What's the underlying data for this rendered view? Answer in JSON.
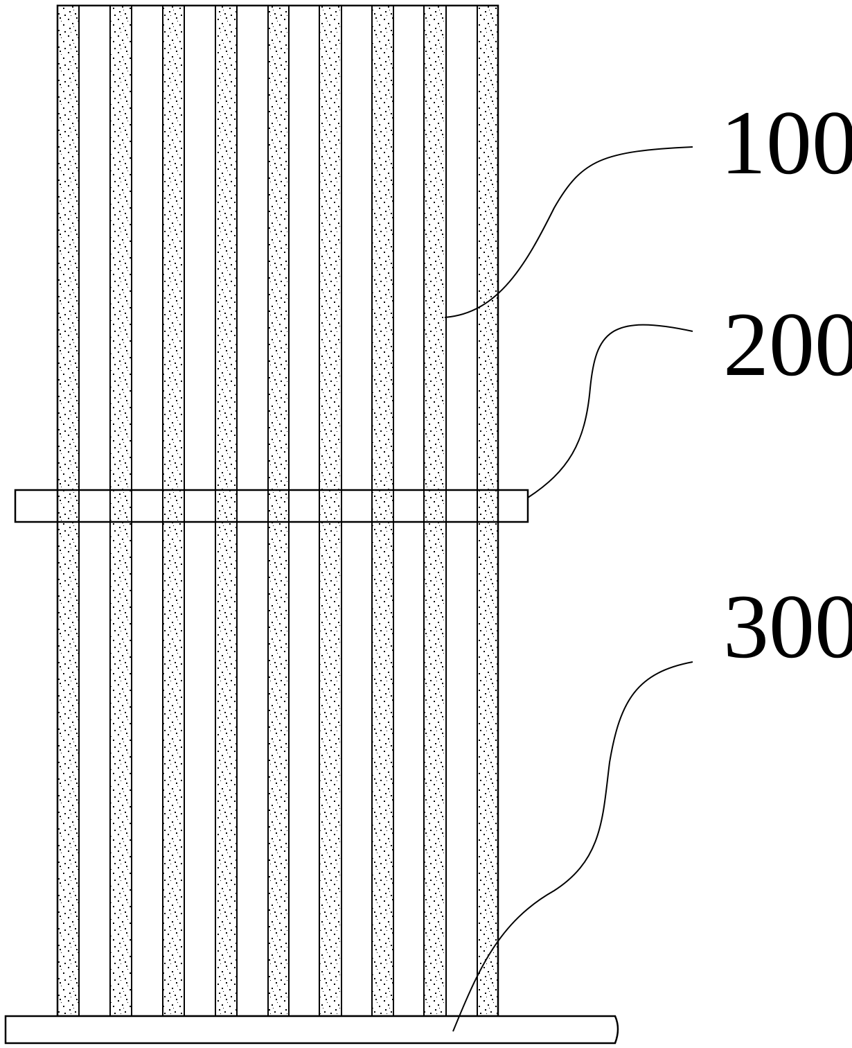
{
  "figure": {
    "labels": [
      {
        "id": "l100",
        "text": "100"
      },
      {
        "id": "l200",
        "text": "200"
      },
      {
        "id": "l300",
        "text": "300"
      }
    ],
    "colors": {
      "stroke": "#000000",
      "background": "#ffffff",
      "stipple": "#000000"
    }
  }
}
